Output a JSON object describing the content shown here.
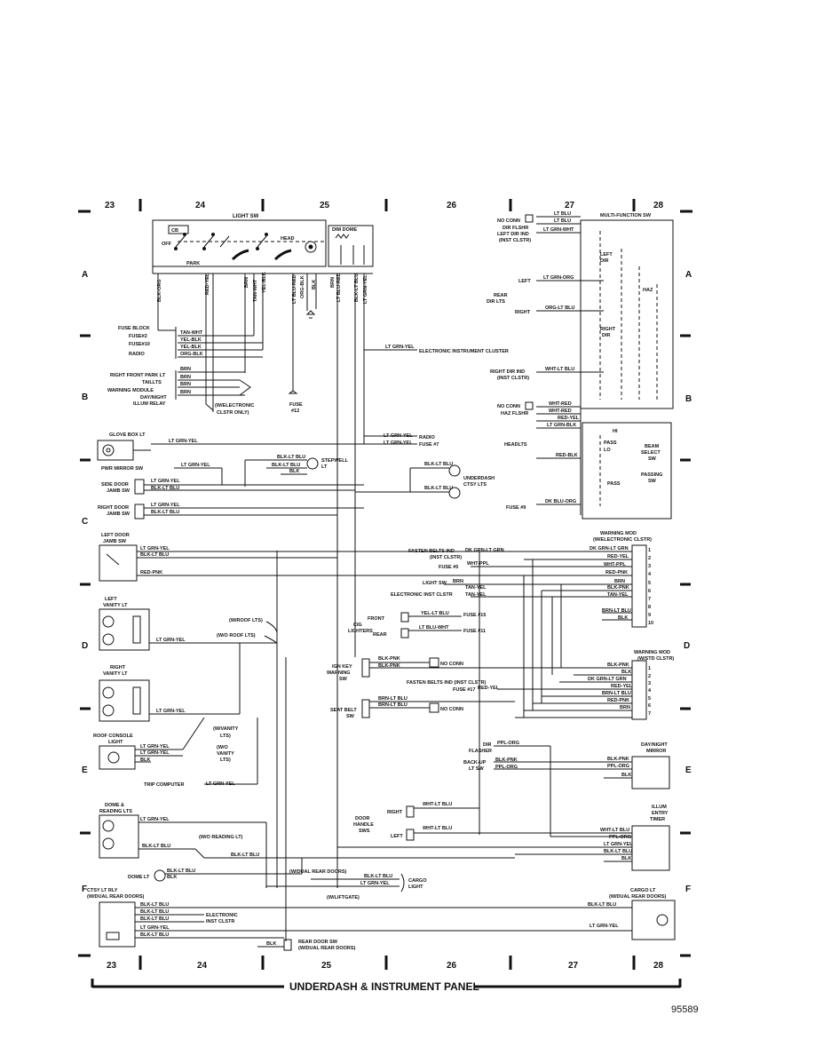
{
  "title": "UNDERDASH & INSTRUMENT PANEL",
  "figure_number": "95589",
  "zones": [
    "23",
    "24",
    "25",
    "26",
    "27",
    "28"
  ],
  "rows": [
    "A",
    "B",
    "C",
    "D",
    "E",
    "F"
  ],
  "pins": [
    "1",
    "2",
    "3",
    "4",
    "5",
    "6",
    "7",
    "8",
    "9",
    "10"
  ],
  "switch": {
    "light_sw": "LIGHT SW",
    "cb": "CB",
    "off": "OFF",
    "park": "PARK",
    "head": "HEAD",
    "dim_dome": "DIM DOME"
  },
  "wires_top": [
    "BLK-ORG",
    "RED-YEL",
    "BRN",
    "TAN-WHT",
    "YEL-BLK",
    "LT BLU-RED",
    "ORG-BLK",
    "BLK",
    "BRN",
    "LT BLU-RED",
    "BLK-LT BLU",
    "LT GRN-YEL"
  ],
  "fuse_block": {
    "title": "FUSE BLOCK",
    "fuse2": "FUSE#2",
    "fuse10": "FUSE#10",
    "radio": "RADIO",
    "w1": "TAN-WHT",
    "w2": "YEL-BLK",
    "w3": "YEL-BLK",
    "w4": "ORG-BLK"
  },
  "lamps": {
    "right_front": "RIGHT FRONT PARK LT",
    "taillts": "TAILLTS",
    "warning": "WARNING MODULE",
    "day_night": "DAY/NIGHT",
    "illum_relay": "ILLUM RELAY",
    "brn": "BRN",
    "w_elec": "(W/ELECTRONIC",
    "clstr_only": "CLSTR ONLY)",
    "fuse": "FUSE",
    "fuse12": "#12"
  },
  "eic": {
    "wire": "LT GRN-YEL",
    "label": "ELECTRONIC INSTRUMENT CLUSTER"
  },
  "glove": {
    "title": "GLOVE BOX LT",
    "wire": "LT GRN-YEL",
    "radio_wire": "LT GRN-YEL",
    "radio": "RADIO",
    "fuse_wire": "LT GRN-YEL",
    "fuse7": "FUSE #7"
  },
  "stepwell": {
    "w1": "BLK-LT BLU",
    "w2": "BLK-LT BLU",
    "w3": "BLK",
    "title": "STEPWELL",
    "lt": "LT"
  },
  "doors": {
    "pwr_mirror": "PWR MIRROR SW",
    "pwr_wire": "LT GRN-YEL",
    "side_door": "SIDE DOOR",
    "jamb_sw": "JAMB SW",
    "w1": "LT GRN-YEL",
    "w2": "BLK-LT BLU",
    "right_door": "RIGHT DOOR"
  },
  "underdash": {
    "w1": "BLK-LT BLU",
    "title": "UNDERDASH",
    "ctsy": "CTSY LTS"
  },
  "left_door": {
    "title1": "LEFT DOOR",
    "title2": "JAMB SW",
    "w1": "LT GRN-YEL",
    "w2": "BLK-LT BLU",
    "w3": "RED-PNK"
  },
  "vanity": {
    "left_title1": "LEFT",
    "left_title2": "VANITY LT",
    "right_title1": "RIGHT",
    "right_title2": "VANITY LT",
    "w": "LT GRN-YEL"
  },
  "roof": {
    "w_roof": "(W/ROOF LTS)",
    "wo_roof": "(W/O ROOF LTS)",
    "w_vanity": "(W/VANITY",
    "lts": "LTS)",
    "wo": "(W/O",
    "vanity": "VANITY"
  },
  "roof_console": {
    "title1": "ROOF CONSOLE",
    "title2": "LIGHT",
    "w1": "LT GRN-YEL",
    "w2": "LT GRN-YEL",
    "w3": "BLK",
    "trip": "TRIP COMPUTER",
    "trip_wire": "LT GRN-YEL"
  },
  "dome": {
    "title1": "DOME &",
    "title2": "READING LTS",
    "w1": "LT GRN-YEL",
    "w2": "BLK-LT BLU",
    "wo_reading": "(W/O READING LT)",
    "w3": "BLK-LT BLU",
    "dome_lt": "DOME LT",
    "w4": "BLK-LT BLU",
    "w5": "BLK"
  },
  "cargo": {
    "w1": "BLK-LT BLU",
    "w2": "LT GRN-YEL",
    "title1": "CARGO",
    "title2": "LIGHT",
    "liftgate": "(W/LIFTGATE)",
    "dual_rear": "(W/DUAL REAR DOORS)"
  },
  "ctsy": {
    "title1": "CTSY LT RLY",
    "title2": "(W/DUAL REAR DOORS)",
    "w1": "BLK-LT BLU",
    "w2": "LT GRN-YEL",
    "electronic": "ELECTRONIC",
    "inst_clstr": "INST CLSTR"
  },
  "rear_door": {
    "title": "REAR DOOR SW",
    "dual": "(W/DUAL REAR DOORS)",
    "blk": "BLK"
  },
  "mfs": {
    "title": "MULTI-FUNCTION SW",
    "no_conn": "NO CONN",
    "dir_flshr": "DIR FLSHR",
    "left_dir_ind": "LEFT DIR IND",
    "inst_clstr": "(INST CLSTR)",
    "w_ltblu": "LT BLU",
    "w_ltgrnwht": "LT GRN-WHT",
    "left_dir1": "LEFT",
    "left_dir2": "DIR",
    "haz": "HAZ",
    "right_dir1": "RIGHT",
    "right_dir2": "DIR",
    "left": "LEFT",
    "w_left": "LT GRN-ORG",
    "rear": "REAR",
    "dir_lts": "DIR LTS",
    "right": "RIGHT",
    "w_right": "ORG-LT BLU",
    "right_dir_ind": "RIGHT DIR IND",
    "w_rdi": "WHT-LT BLU",
    "haz_flshr": "HAZ FLSHR",
    "w_whtred": "WHT-RED",
    "w_redyel": "RED-YEL",
    "w_ltgrnblk": "LT GRN-BLK",
    "headlts": "HEADLTS",
    "w_redblk": "RED-BLK",
    "hi": "HI",
    "pass": "PASS",
    "lo": "LO",
    "beam": "BEAM",
    "select": "SELECT",
    "sw": "SW",
    "passing": "PASSING",
    "fuse9": "FUSE #9",
    "w_dkbluorg": "DK BLU-ORG"
  },
  "warn_e": {
    "title1": "WARNING MOD",
    "title2": "(W/ELECTRONIC CLSTR)",
    "fasten": "FASTEN BELTS IND",
    "inst_clstr": "(INST CLSTR)",
    "w_fasten": "DK GRN-LT GRN",
    "w_redyel": "RED-YEL",
    "w_whtppl": "WHT-PPL",
    "w_redpnk": "RED-PNK",
    "w_brn": "BRN",
    "w_blkpnk": "BLK-PNK",
    "w_tanyel": "TAN-YEL",
    "w_brnltblu": "BRN-LT BLU",
    "w_blk": "BLK",
    "fuse5": "FUSE #5",
    "light_sw": "LIGHT SW",
    "elec_inst": "ELECTRONIC INST CLSTR"
  },
  "cig": {
    "title1": "CIG",
    "title2": "LIGHTERS",
    "front": "FRONT",
    "rear": "REAR",
    "w_front": "YEL-LT BLU",
    "fuse15": "FUSE #15",
    "w_rear": "LT BLU-WHT",
    "fuse11": "FUSE #11"
  },
  "ign": {
    "title1": "IGN KEY",
    "title2": "WARNING",
    "title3": "SW",
    "w_blkpnk": "BLK-PNK",
    "no_conn": "NO CONN"
  },
  "warn_s": {
    "title1": "WARNING MOD",
    "title2": "(W/STD CLSTR)",
    "w_blkpnk": "BLK-PNK",
    "w_blk": "BLK",
    "w_dkgrn": "DK GRN-LT GRN",
    "w_redyel": "RED-YEL",
    "w_brnltblu": "BRN-LT BLU",
    "w_redpnk": "RED-PNK",
    "w_brn": "BRN",
    "fasten": "FASTEN BELTS IND (INST CLSTR)",
    "fuse17": "FUSE #17"
  },
  "seat_belt": {
    "title1": "SEAT BELT",
    "title2": "SW",
    "w1": "BRN-LT BLU",
    "no_conn": "NO CONN"
  },
  "mirror": {
    "title1": "DAY/NIGHT",
    "title2": "MIRROR",
    "dir": "DIR",
    "flasher": "FLASHER",
    "w_pplorg": "PPL-ORG",
    "backup": "BACK-UP",
    "lt_sw": "LT SW",
    "w_blkpnk": "BLK-PNK",
    "w_blk": "BLK"
  },
  "handle": {
    "title1": "DOOR",
    "title2": "HANDLE",
    "title3": "SWS",
    "right": "RIGHT",
    "left": "LEFT",
    "w": "WHT-LT BLU"
  },
  "timer": {
    "title1": "ILLUM",
    "title2": "ENTRY",
    "title3": "TIMER",
    "w1": "WHT-LT BLU",
    "w2": "PPL-ORG",
    "w3": "LT GRN-YEL",
    "w4": "BLK-LT BLU",
    "w5": "BLK"
  },
  "cargo_dual": {
    "title1": "CARGO LT",
    "title2": "(W/DUAL REAR DOORS)",
    "w1": "BLK-LT BLU",
    "w2": "LT GRN-YEL"
  }
}
